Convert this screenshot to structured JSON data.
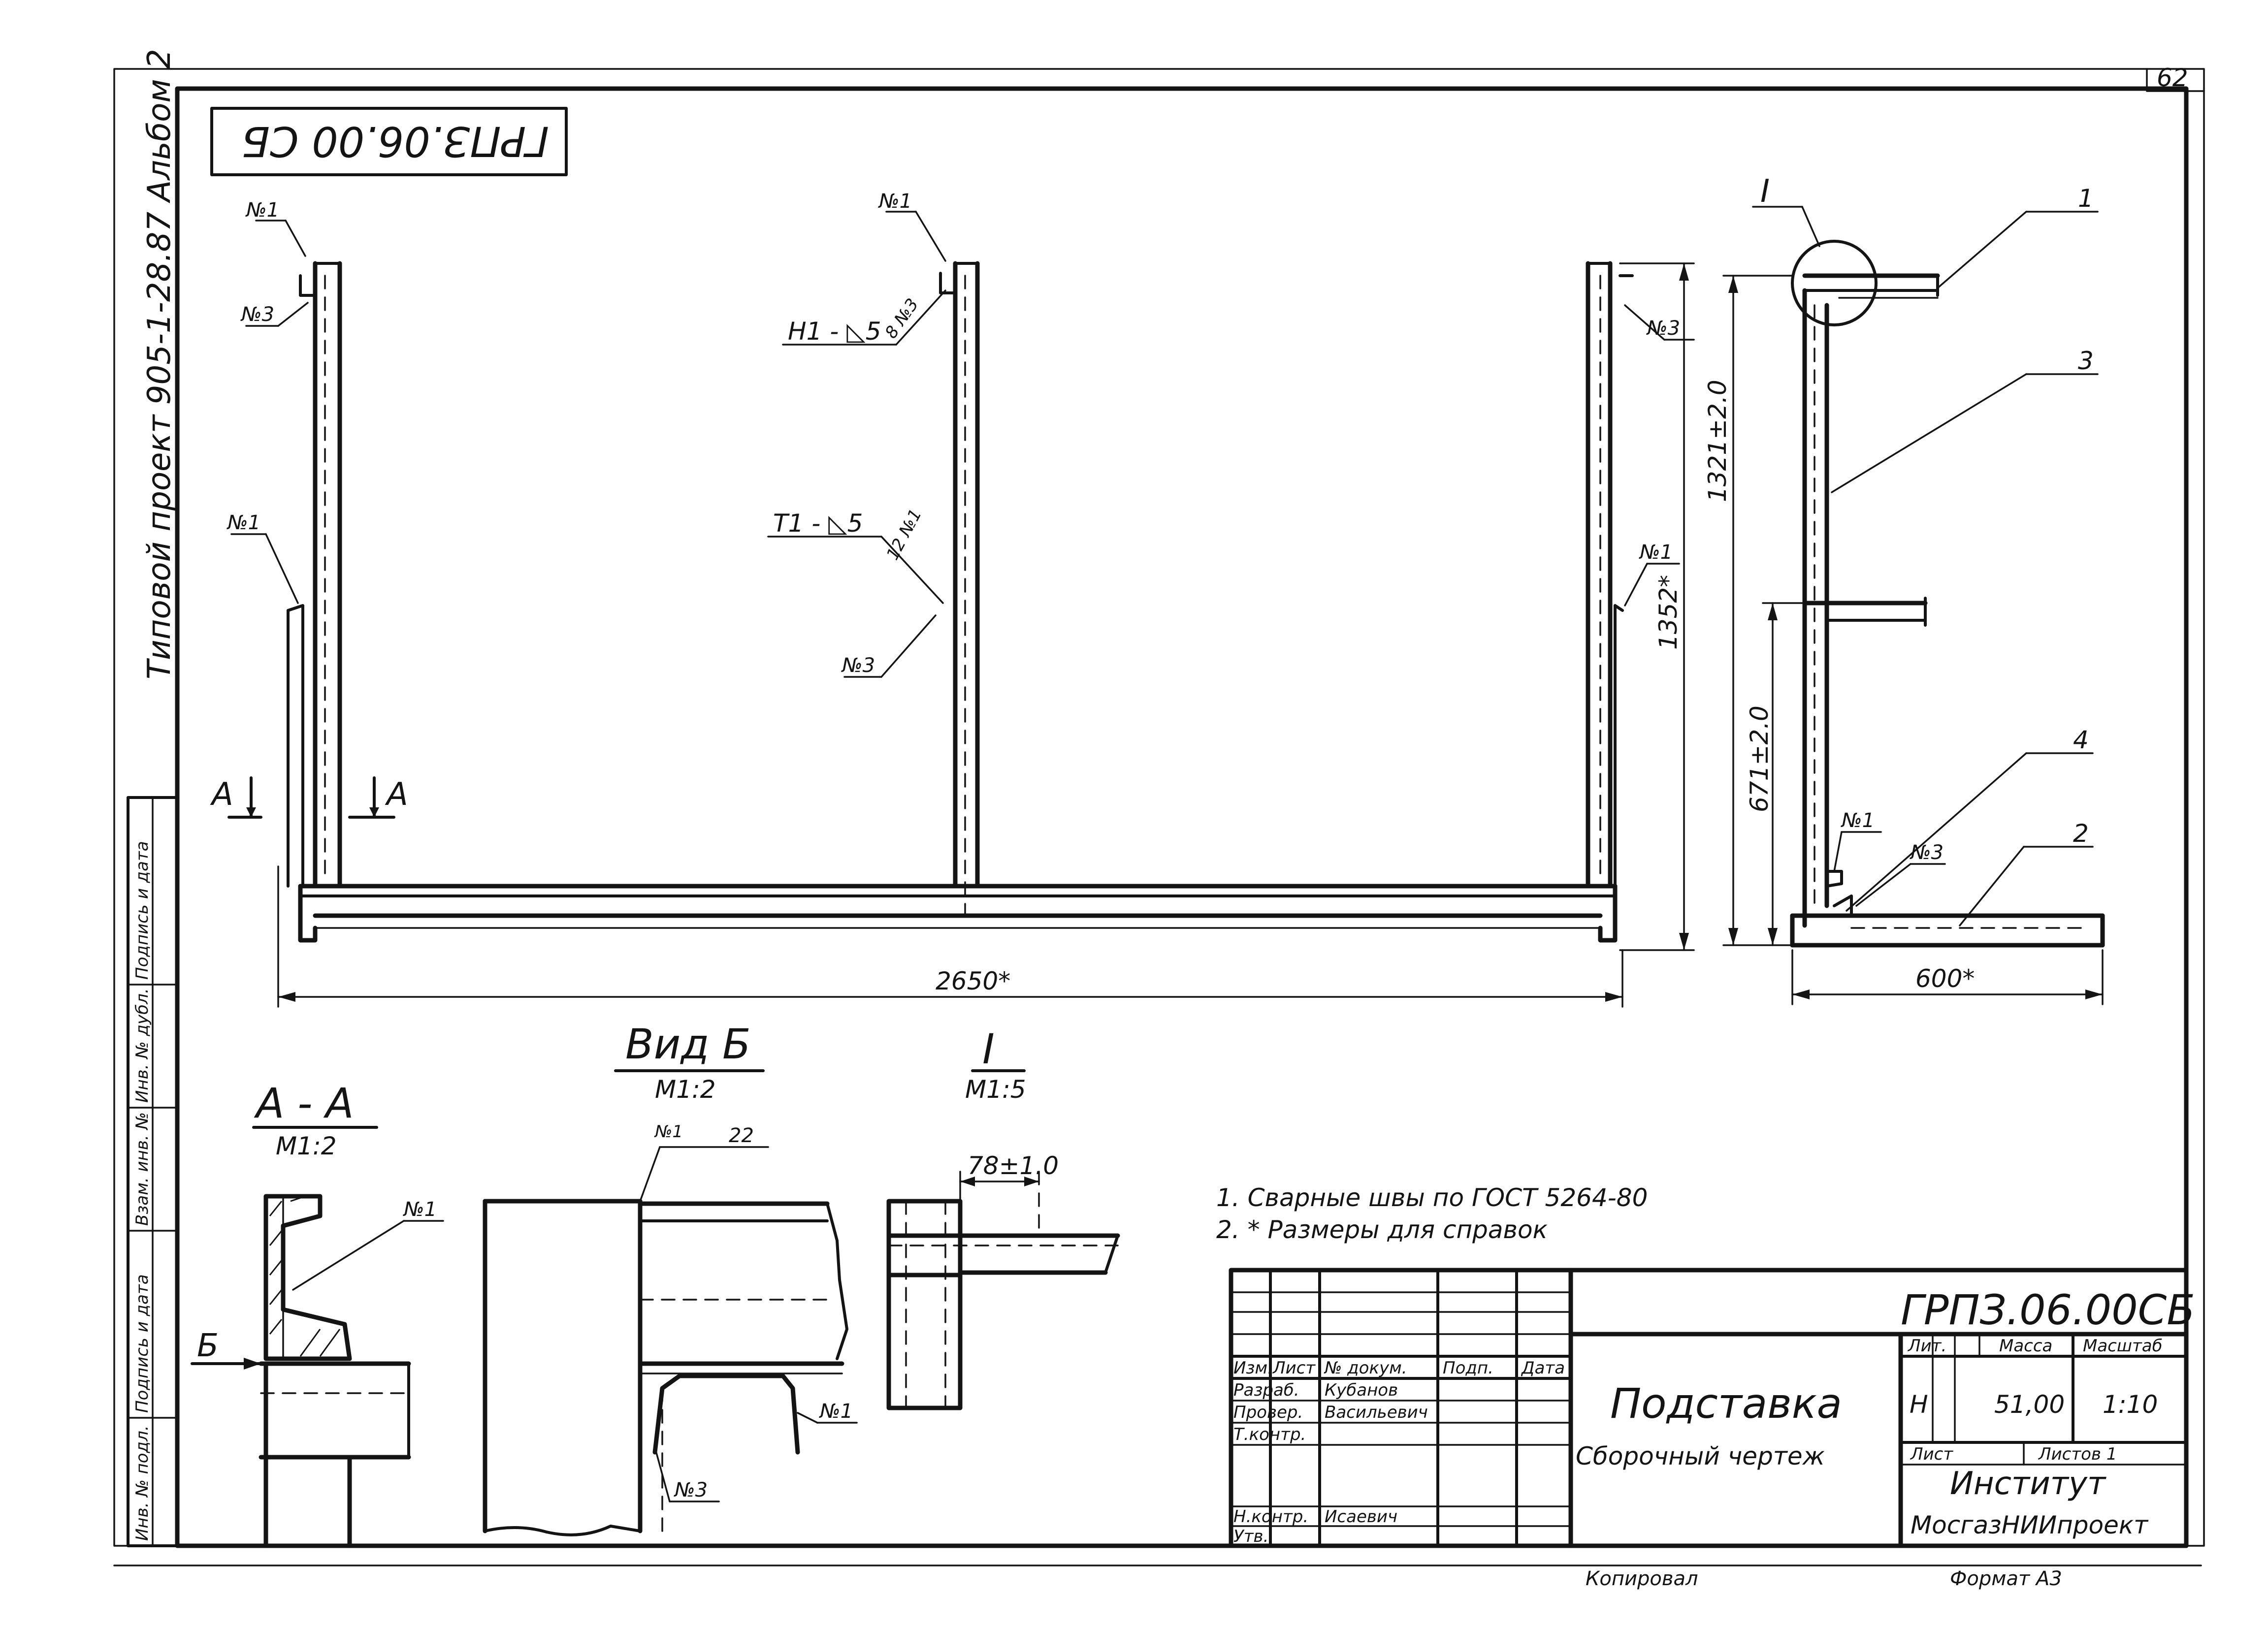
{
  "sheet": {
    "page_number": "62",
    "album_note": "Типовой проект 905-1-28.87 Альбом 2",
    "code_rotated": "ГРПЗ.06.00 СБ"
  },
  "labels": {
    "n1": "№1",
    "n3": "№3",
    "weld_h1": "Н1 - ◺5",
    "weld_h1_sub": "8 №3",
    "weld_t1": "Т1 - ◺5",
    "weld_t1_sub": "12 №1",
    "section_a": "А",
    "item_1": "1",
    "item_2": "2",
    "item_3": "3",
    "item_4": "4",
    "detail_i": "I",
    "view_b_arrow": "Б"
  },
  "dimensions": {
    "length": "2650*",
    "height_front": "1352*",
    "height_total": "1321±2.0",
    "height_shelf": "671±2.0",
    "depth": "600*",
    "detail_offset": "78±1.0",
    "view_b_weld": "22"
  },
  "views": {
    "section_aa_title": "А - А",
    "section_aa_scale": "М1:2",
    "view_b_title": "Вид Б",
    "view_b_scale": "М1:2",
    "detail_title": "I",
    "detail_scale": "М1:5"
  },
  "notes": [
    "1. Сварные швы по ГОСТ 5264-80",
    "2. * Размеры для справок"
  ],
  "title_block": {
    "code": "ГРПЗ.06.00СБ",
    "name": "Подставка",
    "doc_type": "Сборочный чертеж",
    "col_lit": "Лит.",
    "col_mass": "Масса",
    "col_scale": "Масштаб",
    "lit_value": "Н",
    "mass_value": "51,00",
    "scale_value": "1:10",
    "sheet_label": "Лист",
    "sheets_label": "Листов 1",
    "org_line1": "Институт",
    "org_line2": "МосгазНИИпроект",
    "header_row": [
      "Изм.",
      "Лист",
      "№ докум.",
      "Подп.",
      "Дата"
    ],
    "sign_rows": [
      {
        "role": "Разраб.",
        "name": "Кубанов"
      },
      {
        "role": "Провер.",
        "name": "Васильевич"
      },
      {
        "role": "Т.контр.",
        "name": ""
      },
      {
        "role": "Н.контр.",
        "name": "Исаевич"
      },
      {
        "role": "Утв.",
        "name": ""
      }
    ]
  },
  "left_strip": [
    "Инв. № подл.",
    "Подпись и дата",
    "Взам. инв. №",
    "Инв. № дубл.",
    "Подпись и дата"
  ],
  "footer": {
    "copied": "Копировал",
    "format": "Формат А3"
  }
}
